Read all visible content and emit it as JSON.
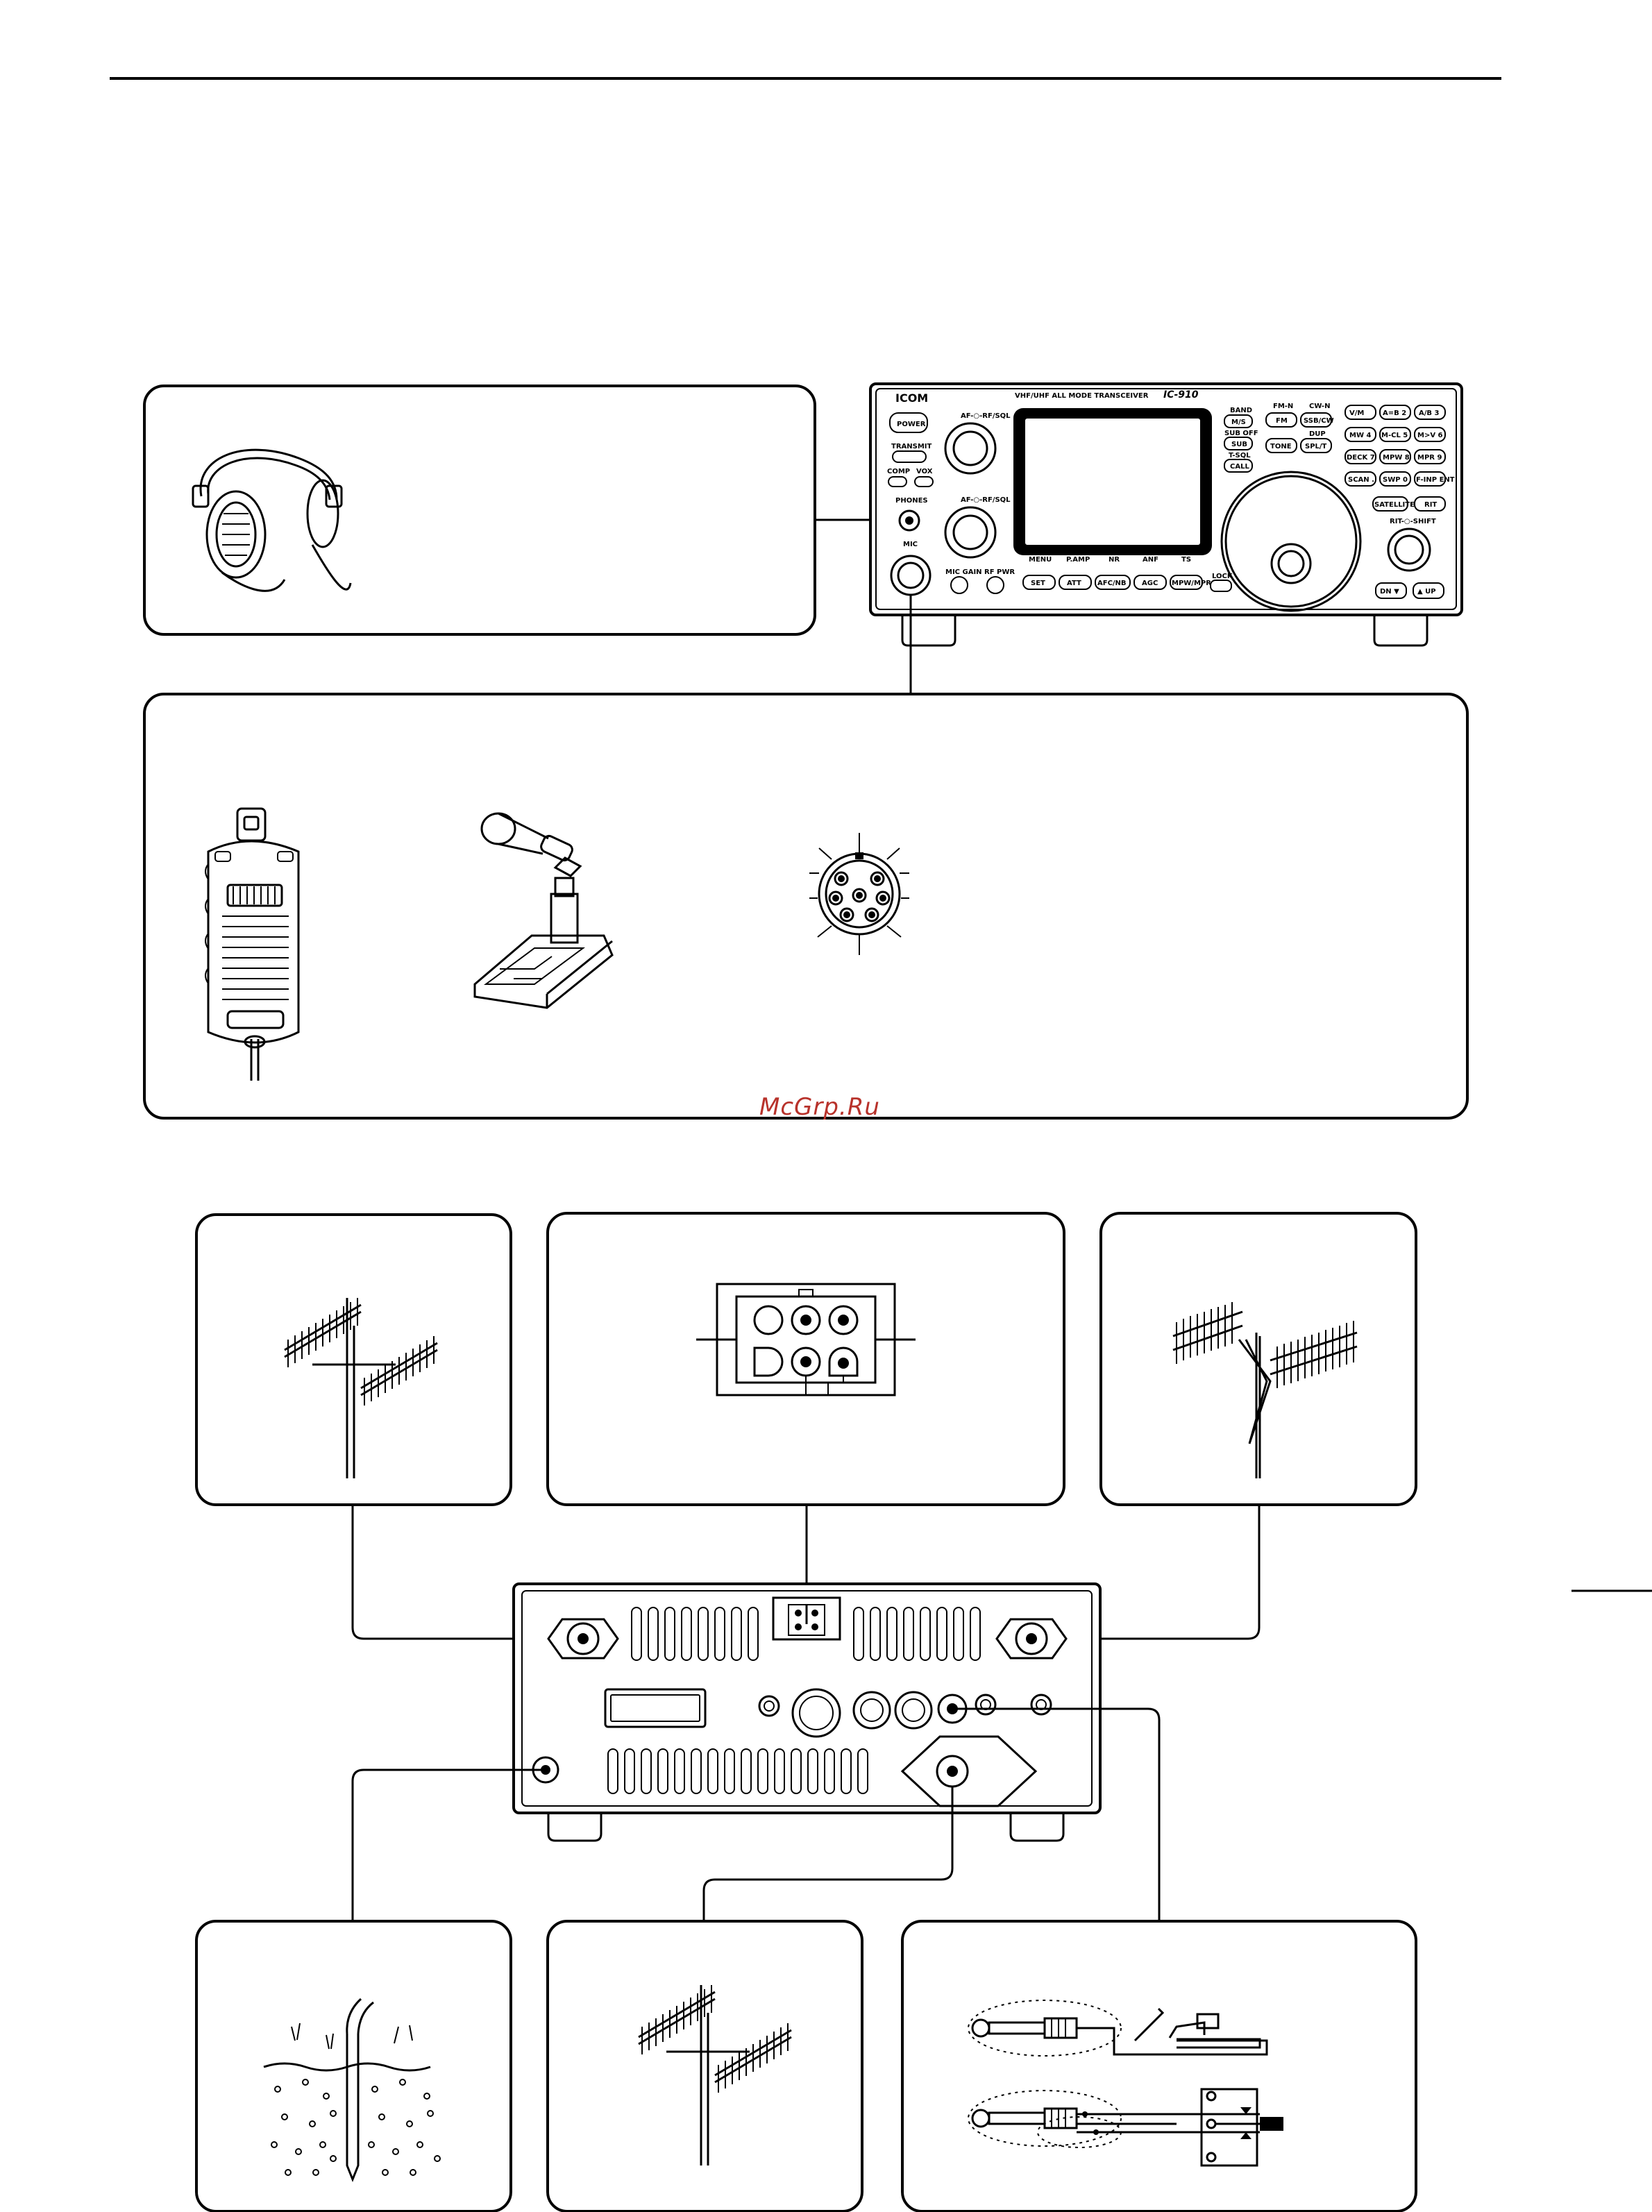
{
  "watermark": "McGrp.Ru",
  "transceiver": {
    "brand": "ICOM",
    "tagline": "VHF/UHF ALL MODE TRANSCEIVER",
    "model": "IC-910",
    "left_buttons": [
      "POWER",
      "TRANSMIT",
      "COMP",
      "VOX",
      "PHONES",
      "MIC",
      "MIC GAIN",
      "RF PWR"
    ],
    "knob_labels": [
      "AF-○-RF/SQL",
      "AF-○-RF/SQL"
    ],
    "mid_buttons": [
      "BAND",
      "M/S",
      "SUB OFF",
      "SUB",
      "T-SQL",
      "CALL",
      "FM-N",
      "FM",
      "CW-N",
      "SSB/CW",
      "DUP",
      "TONE",
      "SPL/T"
    ],
    "keypad": [
      "V/M",
      "A=B 2",
      "A/B 3",
      "MW 4",
      "M-CL 5",
      "M>V 6",
      "DECK 7",
      "MPW 8",
      "MPR 9",
      "SCAN .",
      "SWP 0",
      "F-INP ENT"
    ],
    "lower_buttons": [
      "SATELLITE",
      "RIT",
      "RIT-○-SHIFT",
      "DN ▼",
      "▲ UP",
      "LOCK"
    ],
    "display_labels": [
      "MENU",
      "P.AMP",
      "NR",
      "ANF",
      "TS"
    ],
    "bottom_buttons": [
      "SET",
      "ATT",
      "AFC/NB",
      "AGC",
      "MPW/MPR"
    ]
  }
}
